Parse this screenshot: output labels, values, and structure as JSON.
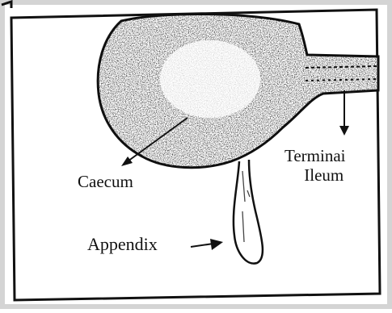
{
  "labels": {
    "caecum": "Caecum",
    "terminal": "Terminai",
    "ileum": "Ileum",
    "appendix": "Appendix"
  },
  "colors": {
    "ink": "#111111",
    "background": "#ffffff",
    "outer_band": "#c8c8c8"
  }
}
